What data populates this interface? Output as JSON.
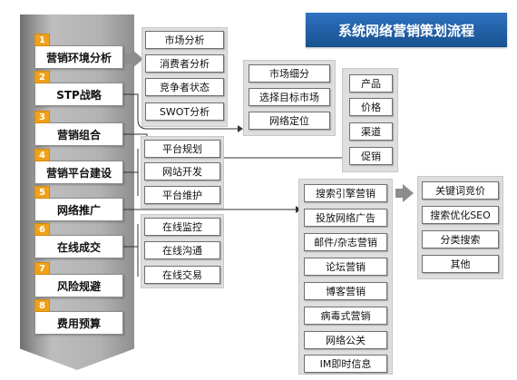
{
  "title": "系统网络营销策划流程",
  "steps": [
    {
      "num": "1",
      "label": "营销环境分析"
    },
    {
      "num": "2",
      "label": "STP战略"
    },
    {
      "num": "3",
      "label": "营销组合"
    },
    {
      "num": "4",
      "label": "营销平台建设"
    },
    {
      "num": "5",
      "label": "网络推广"
    },
    {
      "num": "6",
      "label": "在线成交"
    },
    {
      "num": "7",
      "label": "风险规避"
    },
    {
      "num": "8",
      "label": "费用预算"
    }
  ],
  "environment_analysis": [
    "市场分析",
    "消费者分析",
    "竞争者状态",
    "SWOT分析"
  ],
  "stp": [
    "市场细分",
    "选择目标市场",
    "网络定位"
  ],
  "marketing_mix": [
    "产品",
    "价格",
    "渠道",
    "促销"
  ],
  "platform": [
    "平台规划",
    "网站开发",
    "平台维护"
  ],
  "promotion": [
    "搜索引擎营销",
    "投放网络广告",
    "邮件/杂志营销",
    "论坛营销",
    "博客营销",
    "病毒式营销",
    "网络公关",
    "IM即时信息"
  ],
  "search_engine": [
    "关键词竞价",
    "搜索优化SEO",
    "分类搜索",
    "其他"
  ],
  "online_deal": [
    "在线监控",
    "在线沟通",
    "在线交易"
  ]
}
